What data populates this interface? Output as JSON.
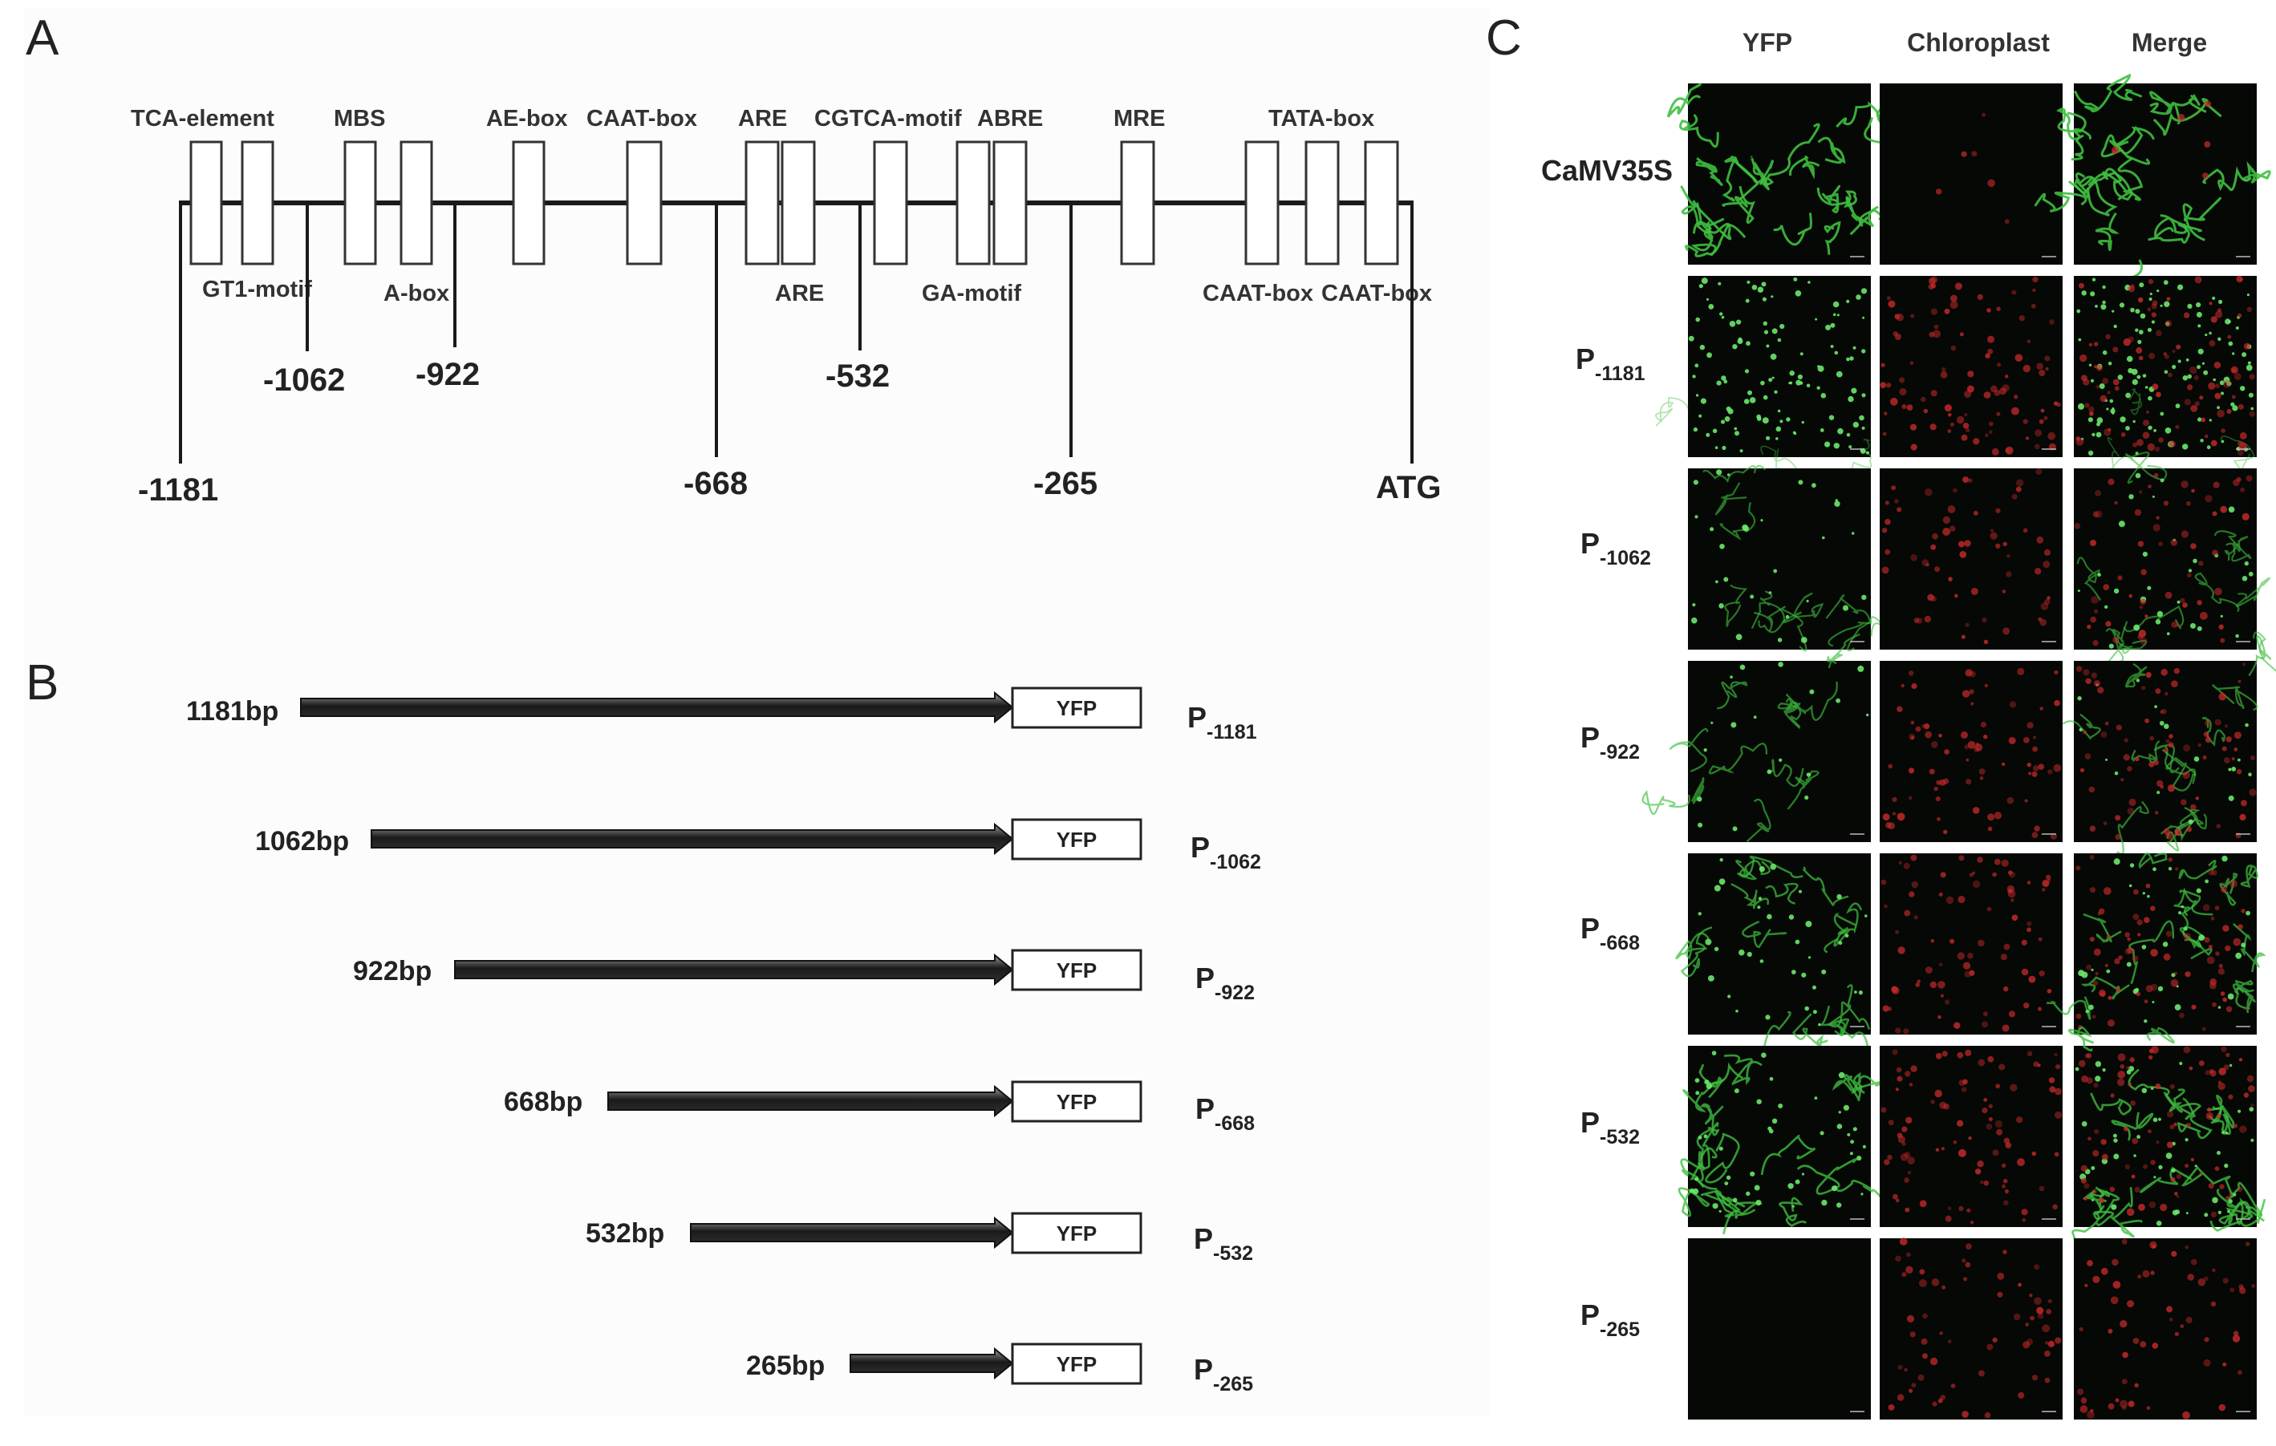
{
  "panels": {
    "a": "A",
    "b": "B",
    "c": "C"
  },
  "panel_a": {
    "elements_top": [
      "TCA-element",
      "MBS",
      "AE-box",
      "CAAT-box",
      "ARE",
      "CGTCA-motif",
      "ABRE",
      "MRE",
      "TATA-box"
    ],
    "elements_bottom": [
      "GT1-motif",
      "A-box",
      "ARE",
      "GA-motif",
      "CAAT-box",
      "CAAT-box"
    ],
    "positions_upper": [
      "-1062",
      "-922",
      "-532"
    ],
    "positions_lower": [
      "-1181",
      "-668",
      "-265",
      "ATG"
    ]
  },
  "panel_b": {
    "constructs": [
      {
        "length": "1181bp",
        "reporter": "YFP",
        "name": "P",
        "sub": "-1181"
      },
      {
        "length": "1062bp",
        "reporter": "YFP",
        "name": "P",
        "sub": "-1062"
      },
      {
        "length": "922bp",
        "reporter": "YFP",
        "name": "P",
        "sub": "-922"
      },
      {
        "length": "668bp",
        "reporter": "YFP",
        "name": "P",
        "sub": "-668"
      },
      {
        "length": "532bp",
        "reporter": "YFP",
        "name": "P",
        "sub": "-532"
      },
      {
        "length": "265bp",
        "reporter": "YFP",
        "name": "P",
        "sub": "-265"
      }
    ]
  },
  "panel_c": {
    "columns": [
      "YFP",
      "Chloroplast",
      "Merge"
    ],
    "rows": [
      {
        "name": "CaMV35S",
        "sub": ""
      },
      {
        "name": "P",
        "sub": "-1181"
      },
      {
        "name": "P",
        "sub": "-1062"
      },
      {
        "name": "P",
        "sub": "-922"
      },
      {
        "name": "P",
        "sub": "-668"
      },
      {
        "name": "P",
        "sub": "-532"
      },
      {
        "name": "P",
        "sub": "-265"
      }
    ],
    "colors": {
      "yfp": "#3fbf3f",
      "chloroplast": "#c62a2a",
      "background": "#050805"
    }
  }
}
